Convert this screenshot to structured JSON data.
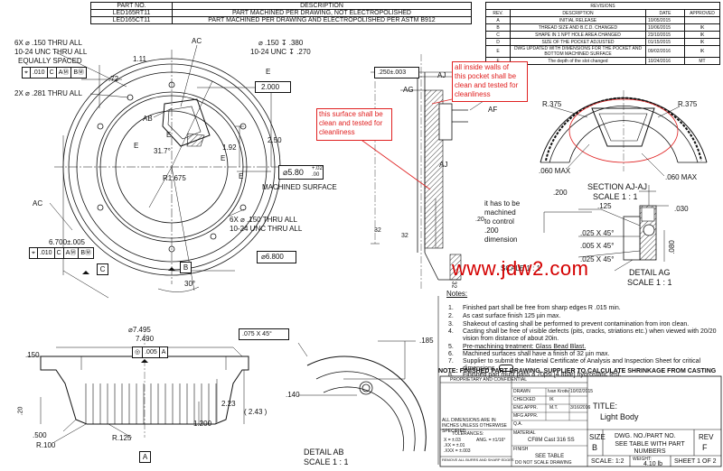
{
  "part_table": {
    "headers": [
      "PART NO.",
      "DESCRIPTION"
    ],
    "rows": [
      [
        "LED165RT11",
        "PART MACHINED PER DRAWING, NOT ELECTROPOLISHED"
      ],
      [
        "LED165CT11",
        "PART MACHINED PER DRAWING AND ELECTROPOLISHED PER ASTM B912"
      ]
    ]
  },
  "revisions": {
    "title": "REVISIONS",
    "headers": [
      "REV.",
      "DESCRIPTION",
      "DATE",
      "APPROVED"
    ],
    "rows": [
      [
        "A",
        "INITIAL RELEASE",
        "10/05/2015",
        ""
      ],
      [
        "B",
        "THREAD SIZE AND B.C.D. CHANGED",
        "10/06/2015",
        "IK"
      ],
      [
        "C",
        "SHAPE IN 1 NPT HOLE AREA CHANGED",
        "23/10/2015",
        "IK"
      ],
      [
        "D",
        "SIZE OF THE POCKET ADJUSTED",
        "01/15/2015",
        "IK"
      ],
      [
        "E",
        "DWG UPDATED WITH DIMENSIONS FOR THE POCKET AND BOTTOM MACHINED SURFACE",
        "09/02/2016",
        "IK"
      ],
      [
        "F",
        "The depth of the slot changed",
        "10/24/2016",
        "MT"
      ]
    ]
  },
  "main_view": {
    "holes1": [
      "6X ⌀ .150 THRU ALL",
      "10-24 UNC  THRU ALL",
      "EQUALLY SPACED"
    ],
    "fcf1": [
      "⌖",
      ".010",
      "C",
      "AⓂ",
      "BⓂ"
    ],
    "holes2": "2X ⌀ .281 THRU ALL",
    "dim_72": ".72",
    "dim_111": "1.11",
    "label_ac_top": "AC",
    "label_ac_left": "AC",
    "label_ab": "AB",
    "tap1": "⌀ .150 ↧ .380",
    "tap2": "10-24 UNC ↧ .270",
    "label_e1": "E",
    "label_e2": "E",
    "label_e3": "E",
    "label_e4": "E",
    "label_e5": "E",
    "dim_2000": "2.000",
    "dim_192": "1.92",
    "dim_250": "2.50",
    "angle": "31.7°",
    "r1675": "R1.675",
    "dia580": "⌀5.80",
    "dia580_tol_plus": "+.02",
    "dia580_tol_minus": ".00",
    "machined": "MACHINED SURFACE",
    "holes3": [
      "6X ⌀ .150 THRU ALL",
      "10-24 UNC  THRU ALL"
    ],
    "dim_6700": "6.700±.005",
    "fcf2": [
      "⌖",
      ".010",
      "C",
      "AⓂ",
      "BⓂ"
    ],
    "datum_c": "C",
    "datum_b": "B",
    "dia6800": "⌀6.800",
    "angle30": "30°"
  },
  "section_view": {
    "dim_250": ".250±.003",
    "label_aj_top": "AJ",
    "label_ag": "AG",
    "label_af": "AF",
    "label_aj_bottom": "AJ",
    "note": [
      "all inside walls of",
      "this pocket shall be",
      "clean and tested for",
      "cleanliness"
    ],
    "note_surface": [
      "this surface shall be",
      "clean and tested for",
      "cleanliness"
    ],
    "surface_32": "32",
    "surface_32b": "32",
    "dim_20": ".20",
    "scale_label": "SCALE 1 : 1",
    "machined_note": [
      "it  has to be",
      "machined",
      "to control",
      ".200",
      "dimension"
    ],
    "dim_32v": "32"
  },
  "section_ajaj": {
    "r_left": "R.375",
    "r_right": "R.375",
    "max1": ".060 MAX",
    "max2": ".060 MAX",
    "title": "SECTION AJ-AJ",
    "scale": "SCALE 1 : 1"
  },
  "detail_ag": {
    "dim_200": ".200",
    "dim_125": ".125",
    "dim_030": ".030",
    "ch1": ".025 X 45°",
    "ch2": ".005 X 45°",
    "ch3": ".025 X 45°",
    "dim_080": ".080",
    "title": "DETAIL AG",
    "scale": "SCALE 1 : 1"
  },
  "notes": {
    "heading": "Notes:",
    "items": [
      [
        "1.",
        "Finished part shall be free from sharp edges R .015 min."
      ],
      [
        "2.",
        "As cast surface finish 125 µin max."
      ],
      [
        "3.",
        "Shakeout of casting shall be performed to prevent contamination from iron clean."
      ],
      [
        "4.",
        "Casting shall be free of visible defects (pits, cracks, striations etc.) when viewed with 20/20"
      ],
      [
        "",
        "vision from distance of about 20in."
      ],
      [
        "5.",
        "Pre-machining treatment: Glass Bead Blast."
      ],
      [
        "6.",
        "Machined surfaces shall have a finish of 32 µin max."
      ],
      [
        "7.",
        "Supplier to submit the Material Certificate of Analysis and Inspection Sheet for critical"
      ],
      [
        "",
        "dimensions"
      ],
      [
        "8.",
        "Finished part must pass a 70psi [4.8bar] hydrostatic test."
      ]
    ],
    "final": "NOTE: FINISHED PART DRAWING, SUPPLIER TO CALCULATE SHRINKAGE FROM CASTING"
  },
  "side_view": {
    "dia7495": "⌀7.495",
    "dia7490": "7.490",
    "fcf": [
      "◎",
      ".005",
      "A"
    ],
    "ch075": ".075 X 45°",
    "dim_150": ".150",
    "dim_20": ".20",
    "dim_223": "2.23",
    "dim_243": "( 2.43 )",
    "dim_1200": "1.200",
    "dim_500": ".500",
    "r100": "R.100",
    "r125": "R.125",
    "datum_a": "A"
  },
  "detail_ab": {
    "dim_185": ".185",
    "dim_140": ".140",
    "title": "DETAIL AB",
    "scale": "SCALE 1 : 1"
  },
  "title_block": {
    "proprietary": "PROPRIETARY AND CONFIDENTIAL",
    "drawn": "DRAWN",
    "drawn_name": "Ivan Krotiv",
    "drawn_date": "10/02/2015",
    "checked": "CHECKED",
    "checked_name": "IK",
    "eng_appr": "ENG APPR.",
    "eng_name": "M.T.",
    "eng_date": "3/16/2016",
    "mfg_appr": "MFG APPR.",
    "qa": "Q.A.",
    "dims_note": "ALL DIMENSIONS ARE IN INCHES UNLESS OTHERWISE SPECIFIED",
    "tolerances": "TOLERANCES:",
    "tol1": "X   = ±.03",
    "tol2": ".XX = ±.01",
    "tol3": ".XXX = ±.003",
    "ang_tol": "ANG. = ±1/16°",
    "burrs": "REMOVE ALL BURRS AND SHARP EDGES",
    "material": "MATERIAL",
    "material_val": "CF8M Cast 316 SS",
    "finish": "FINISH",
    "finish_val": "SEE TABLE",
    "dont_scale": "DO NOT SCALE DRAWING",
    "title_label": "TITLE:",
    "title_val": "Light Body",
    "size_label": "SIZE",
    "size_val": "B",
    "dwg_label": "DWG. NO./PART NO.",
    "dwg_val": "SEE TABLE WITH PART NUMBERS",
    "rev_label": "REV",
    "rev_val": "F",
    "scale": "SCALE: 1:2",
    "weight_label": "WEIGHT:",
    "weight_val": "4.10 lb",
    "sheet": "SHEET 1 OF 2"
  },
  "watermark": "www.jdw2.com"
}
